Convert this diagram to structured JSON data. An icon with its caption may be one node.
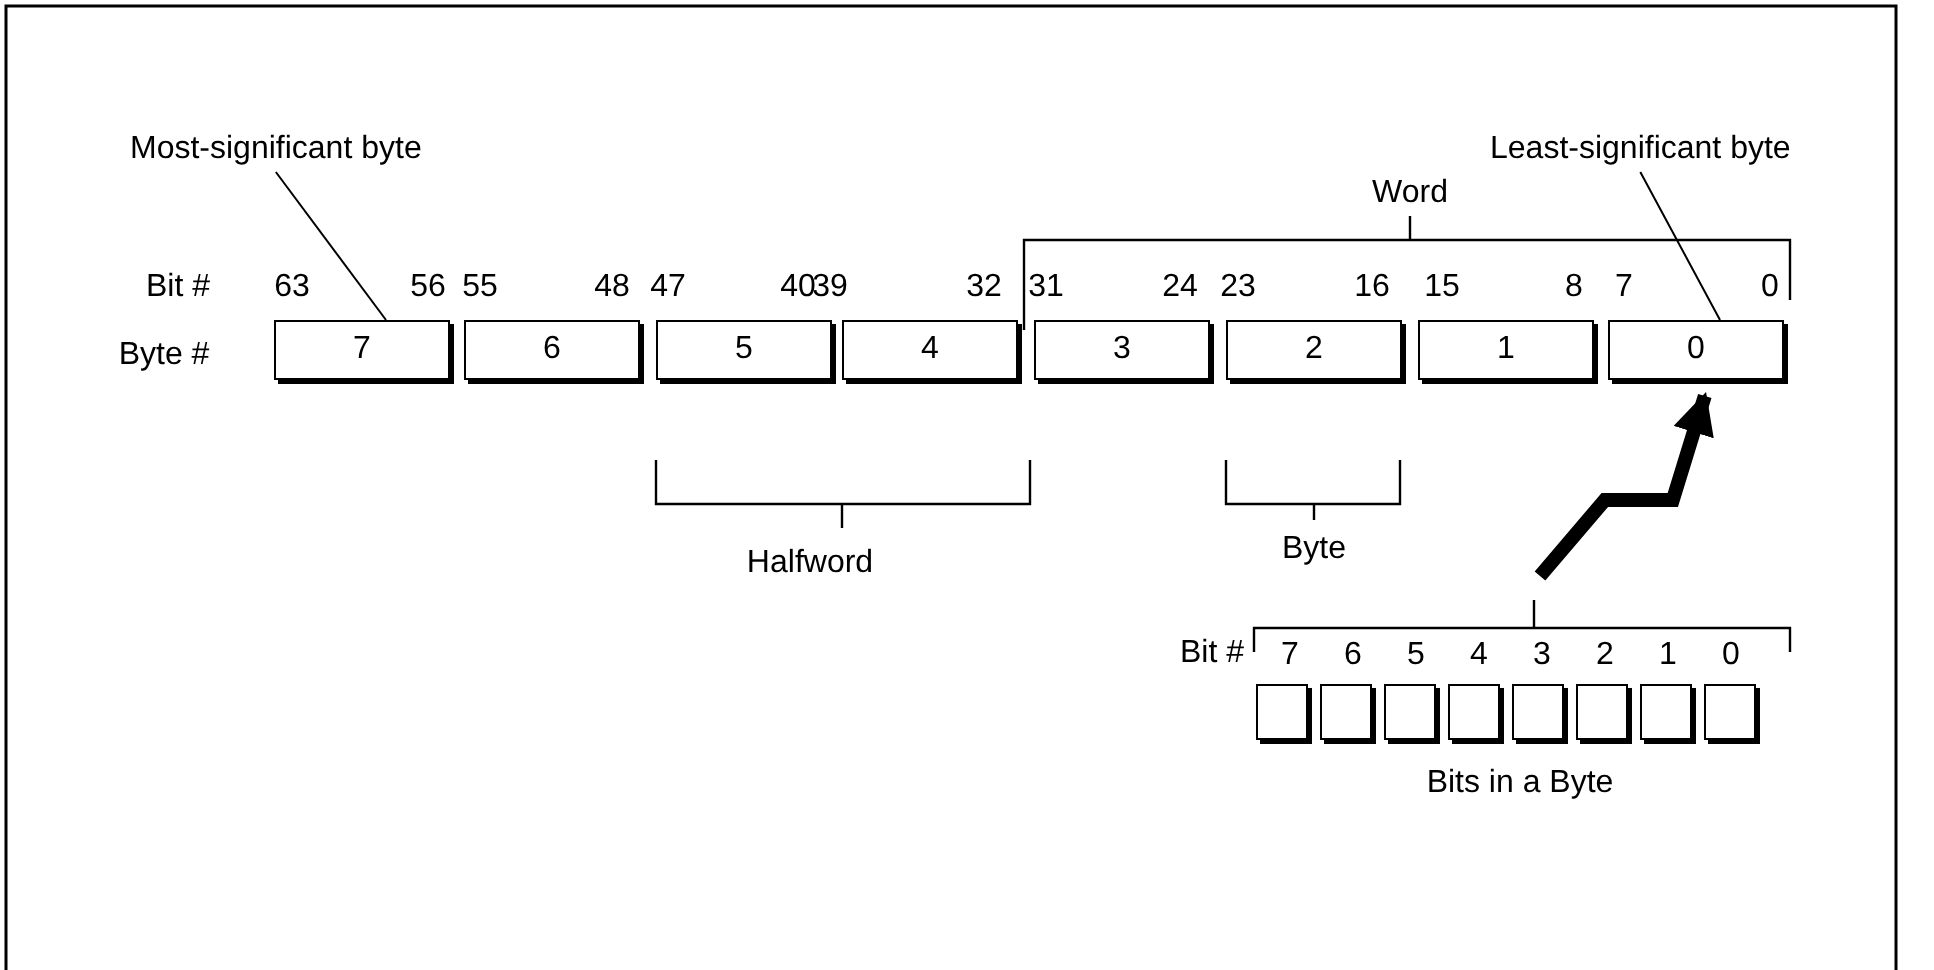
{
  "diagram": {
    "nodes": [
      {
        "text": [
          "Most-significant byte"
        ]
      },
      {
        "text": [
          "Least-significant byte"
        ]
      },
      {
        "text": [
          "7"
        ]
      },
      {
        "text": [
          "6"
        ]
      },
      {
        "text": [
          "5"
        ]
      },
      {
        "text": [
          "4"
        ]
      },
      {
        "text": [
          "3"
        ]
      },
      {
        "text": [
          "2"
        ]
      },
      {
        "text": [
          "1"
        ]
      },
      {
        "text": [
          "0"
        ]
      },
      {
        "text": [],
        "shape": "box"
      },
      {
        "text": [],
        "shape": "box"
      },
      {
        "text": [],
        "shape": "box"
      },
      {
        "text": [],
        "shape": "box"
      },
      {
        "text": [],
        "shape": "box"
      },
      {
        "text": [],
        "shape": "box"
      },
      {
        "text": [],
        "shape": "box"
      },
      {
        "text": [],
        "shape": "box"
      }
    ],
    "edges": [
      {
        "from": 0,
        "to": 2,
        "arrow": "none"
      },
      {
        "from": 1,
        "to": 9,
        "arrow": "none"
      },
      {
        "from": null,
        "to": 9,
        "arrow": "to",
        "style": "thick"
      }
    ],
    "labels": [
      "Word",
      "Bit #",
      "63",
      "56",
      "55",
      "48",
      "47",
      "40",
      "39",
      "32",
      "31",
      "24",
      "23",
      "16",
      "15",
      "8",
      "7",
      "0",
      "Byte #",
      "Halfword",
      "Byte",
      "Bit #",
      "7",
      "6",
      "5",
      "4",
      "3",
      "2",
      "1",
      "0",
      "Bits in a Byte"
    ]
  }
}
